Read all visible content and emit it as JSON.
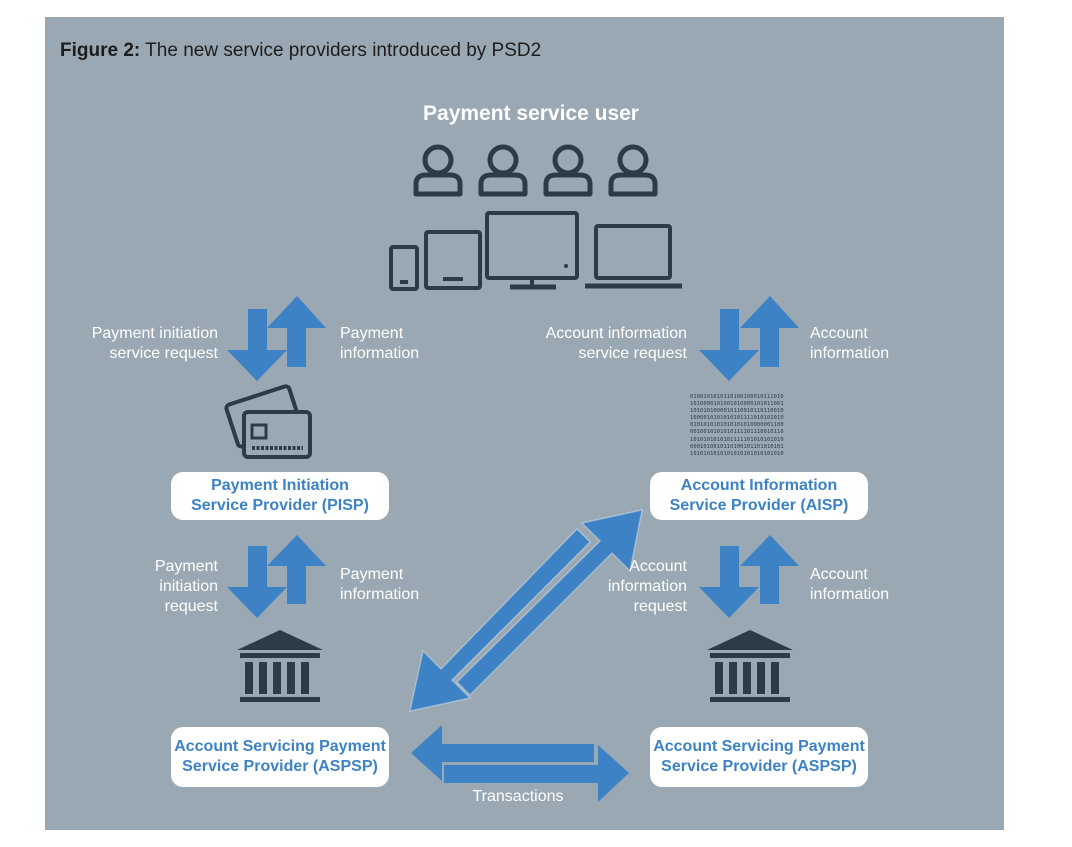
{
  "figure": {
    "label": "Figure 2:",
    "title": " The new service providers introduced by PSD2"
  },
  "payment_service_user": "Payment service user",
  "left": {
    "top_request": [
      "Payment initiation",
      "service request"
    ],
    "top_response": [
      "Payment",
      "information"
    ],
    "provider": [
      "Payment Initiation",
      "Service Provider (PISP)"
    ],
    "bottom_request": [
      "Payment",
      "initiation",
      "request"
    ],
    "bottom_response": [
      "Payment",
      "information"
    ],
    "bank": [
      "Account Servicing Payment",
      "Service Provider (ASPSP)"
    ]
  },
  "right": {
    "top_request": [
      "Account information",
      "service request"
    ],
    "top_response": [
      "Account",
      "information"
    ],
    "provider": [
      "Account Information",
      "Service Provider (AISP)"
    ],
    "bottom_request": [
      "Account",
      "information",
      "request"
    ],
    "bottom_response": [
      "Account",
      "information"
    ],
    "bank": [
      "Account Servicing Payment",
      "Service Provider (ASPSP)"
    ]
  },
  "transactions": "Transactions",
  "binary_lines": [
    "0100101010110100100010111010",
    "1010000101001010000101011001",
    "1010101000010110010110110010",
    "1000010101010101111010101010",
    "0101010101010101010000001100",
    "0010010101010111101110010110",
    "1010101010101111101010101010",
    "0001010010110100101101010101",
    "1010101010101010101010101010"
  ],
  "colors": {
    "background": "#9aa8b3",
    "arrow": "#3d82c4",
    "icon": "#2d3b48",
    "box_text": "#3d82c4"
  },
  "icons": [
    "user-icon",
    "user-icon",
    "user-icon",
    "user-icon",
    "phone-icon",
    "tablet-icon",
    "monitor-icon",
    "laptop-icon",
    "credit-card-icon",
    "bank-icon",
    "bank-icon"
  ]
}
